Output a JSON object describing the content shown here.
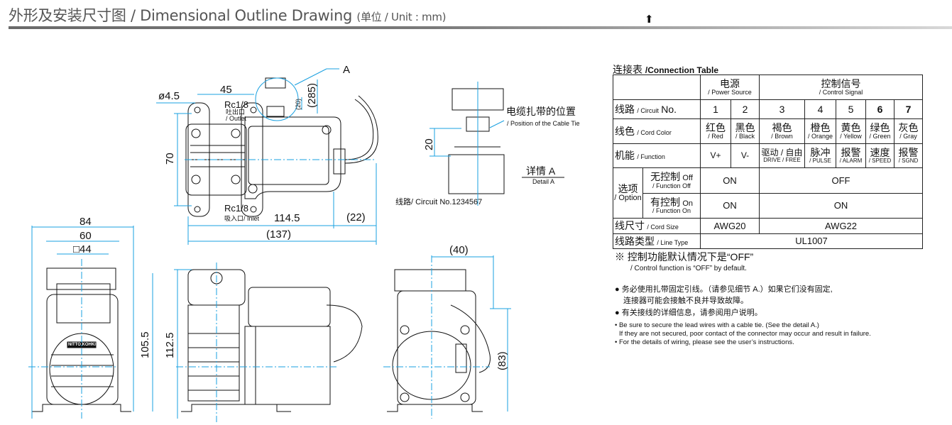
{
  "header": {
    "title": "外形及安装尺寸图 / Dimensional Outline Drawing",
    "unit": "(单位 / Unit : mm)"
  },
  "icons": {
    "top_arrow": "up-arrow-icon"
  },
  "colors": {
    "dimension_line": "#1aa0e0",
    "drawing_line": "#111111",
    "rule": "#6a6a6a"
  },
  "top_view": {
    "detail_marker": "A",
    "hole_dia": "ø4.5",
    "port_pitch": "45",
    "outlet_thread": "Rc1/8",
    "outlet_cn": "吐出口",
    "outlet_en": "/ Outlet",
    "inlet_thread": "Rc1/8",
    "inlet_label": "吸入口/ Inlet",
    "lead_length": "(285)",
    "tie_distance": "(20)",
    "mount_pitch": "70",
    "body_length": "114.5",
    "cable_protrusion": "(22)",
    "overall_length": "(137)"
  },
  "detail_a": {
    "cable_tie_cn": "电缆扎带的位置",
    "cable_tie_en": "/ Position of the Cable Tie",
    "tie_dim": "20",
    "title_cn": "详情 A",
    "title_en": "Detail A",
    "circuit_label": "线路/ Circuit No.1234567"
  },
  "front_view": {
    "width_overall": "84",
    "width_mount": "60",
    "square": "□44",
    "height": "105.5",
    "brand": "NITTO KOHKI"
  },
  "side_view": {
    "height": "112.5"
  },
  "rear_view": {
    "offset": "(40)",
    "height": "(83)"
  },
  "connection_table": {
    "title_cn": "连接表",
    "title_en": "/Connection Table",
    "power_cn": "电源",
    "power_en": "/ Power Source",
    "control_cn": "控制信号",
    "control_en": "/ Control Signal",
    "circuit_cn": "线路",
    "circuit_en": "/ Circuit",
    "circuit_no": "No.",
    "circuits": [
      "1",
      "2",
      "3",
      "4",
      "5",
      "6",
      "7"
    ],
    "color_cn": "线色",
    "color_en": "/ Cord Color",
    "colors": [
      {
        "cn": "红色",
        "en": "/ Red"
      },
      {
        "cn": "黑色",
        "en": "/ Black"
      },
      {
        "cn": "褐色",
        "en": "/ Brown"
      },
      {
        "cn": "橙色",
        "en": "/ Orange"
      },
      {
        "cn": "黄色",
        "en": "/ Yellow"
      },
      {
        "cn": "绿色",
        "en": "/ Green"
      },
      {
        "cn": "灰色",
        "en": "/ Gray"
      }
    ],
    "function_cn": "机能",
    "function_en": "/ Function",
    "functions": [
      {
        "cn": "V+",
        "en": ""
      },
      {
        "cn": "V-",
        "en": ""
      },
      {
        "cn": "驱动 / 自由",
        "en": "DRIVE / FREE"
      },
      {
        "cn": "脉冲",
        "en": "/ PULSE"
      },
      {
        "cn": "报警",
        "en": "/ ALARM"
      },
      {
        "cn": "速度",
        "en": "/ SPEED"
      },
      {
        "cn": "报警",
        "en": "/ SGND"
      }
    ],
    "option_cn": "选项",
    "option_en": "/ Option",
    "off_cn": "无控制",
    "off_tag": "Off",
    "off_en": "/ Function Off",
    "on_cn": "有控制",
    "on_tag": "On",
    "on_en": "/ Function On",
    "off_power": "ON",
    "off_control": "OFF",
    "on_power": "ON",
    "on_control": "ON",
    "size_cn": "线尺寸",
    "size_en": "/ Cord Size",
    "size_power": "AWG20",
    "size_control": "AWG22",
    "type_cn": "线路类型",
    "type_en": "/ Line Type",
    "type_value": "UL1007"
  },
  "notes": {
    "default_cn": "※ 控制功能默认情况下是“OFF”",
    "default_en": "/ Control function is “OFF” by default.",
    "cn1": "● 务必使用扎带固定引线。（请参见细节 A.）如果它们没有固定,",
    "cn1b": "连接器可能会接触不良并导致故障。",
    "cn2": "● 有关接线的详细信息，请参阅用户说明。",
    "en1": "• Be sure to secure the lead wires with a cable tie. (See the detail A.)",
    "en1b": "If they are not secured, poor contact of the connector may occur and result in failure.",
    "en2": "• For the details of wiring, please see the user’s instructions."
  }
}
